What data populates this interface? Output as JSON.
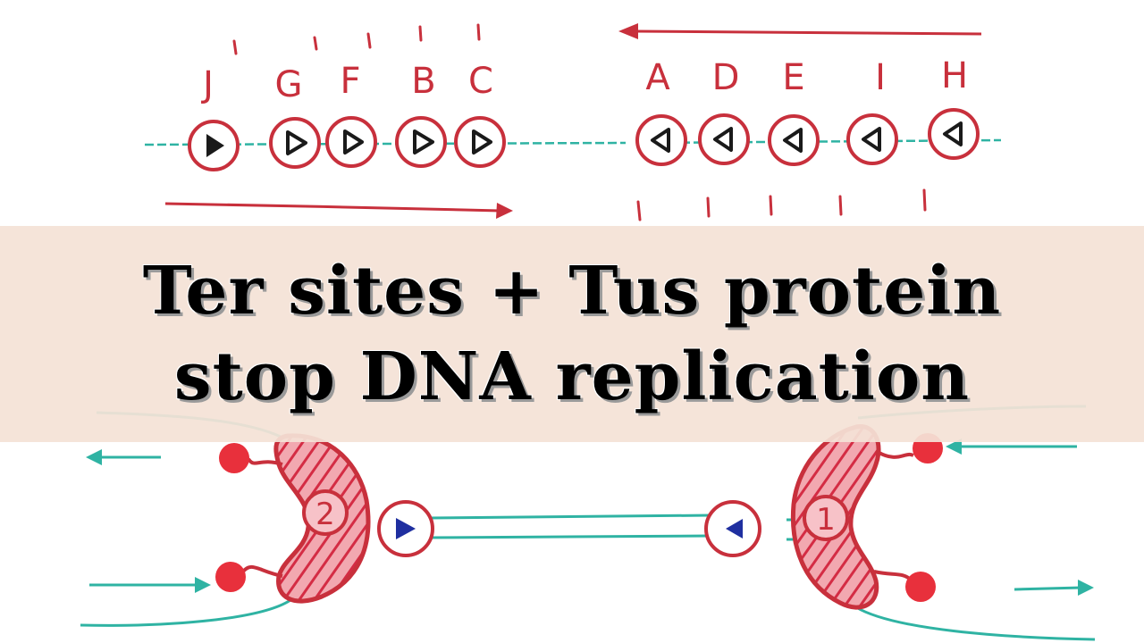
{
  "title": {
    "line1": "Ter sites + Tus protein",
    "line2": "stop DNA replication"
  },
  "ter_sites": {
    "left_group": [
      "J",
      "G",
      "F",
      "B",
      "C"
    ],
    "right_group": [
      "A",
      "D",
      "E",
      "I",
      "H"
    ]
  },
  "replisomes": {
    "left": "2",
    "right": "1"
  },
  "colors": {
    "banner": "#f4e2d6",
    "ter_circle": "#c8303c",
    "replisome_fill": "#e85a6a",
    "dna_strand": "#2fb3a3",
    "arrow": "#c8303c",
    "tus_marker": "#1f2fa0",
    "text": "#000000"
  },
  "icons": {
    "ter_left": "triangle-right-icon",
    "ter_right": "triangle-left-icon"
  }
}
